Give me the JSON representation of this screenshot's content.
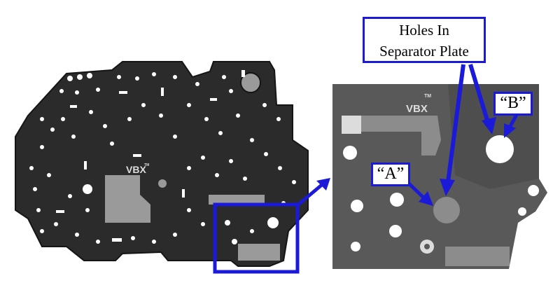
{
  "title_callout": {
    "line1": "Holes In",
    "line2": "Separator Plate"
  },
  "label_a": "“A”",
  "label_b": "“B”",
  "plate_logo": {
    "text": "VBX",
    "tm": "TM"
  },
  "colors": {
    "callout_blue": "#1a1ad8",
    "plate_dark": "#2b2b2b",
    "plate_gray": "#555555",
    "hole_gray": "#9a9a9a"
  }
}
